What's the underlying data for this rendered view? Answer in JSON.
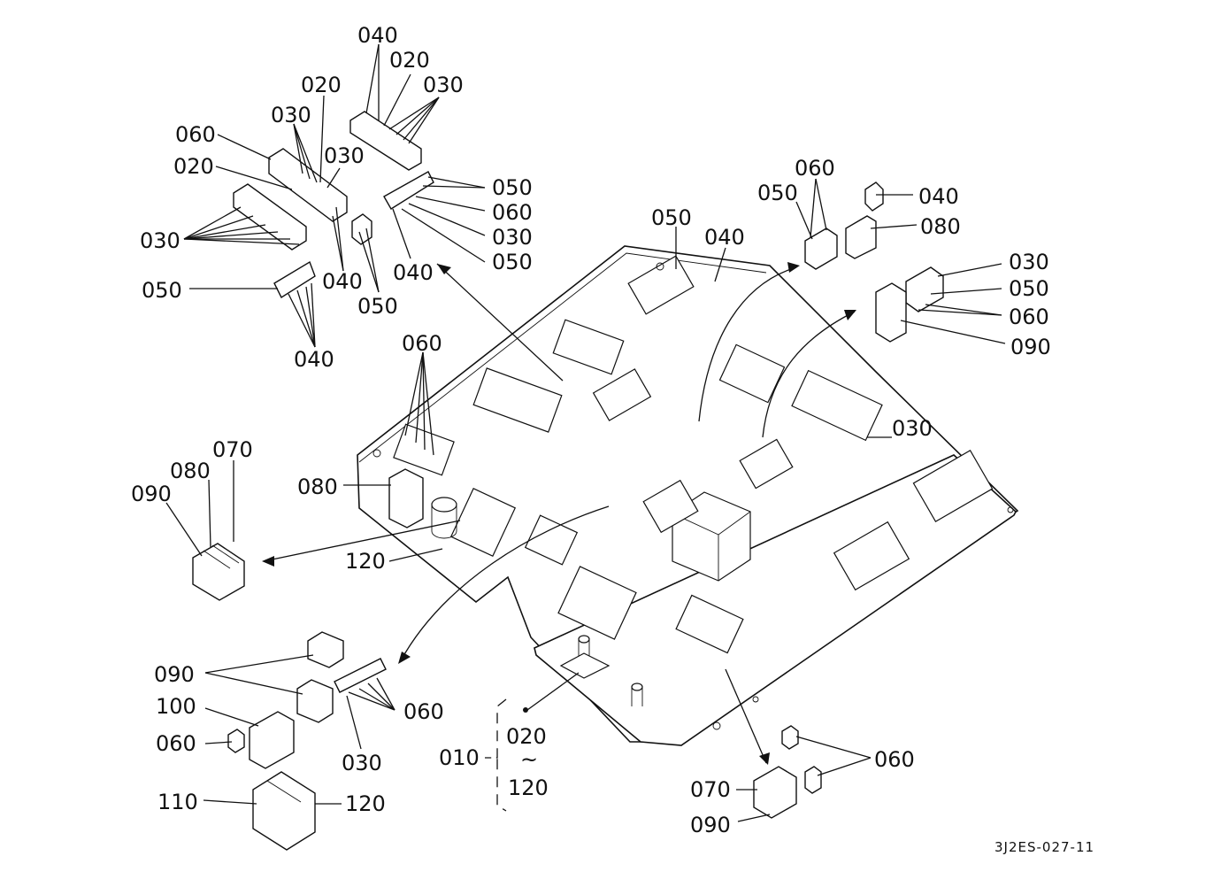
{
  "labels": {
    "t01": "040",
    "t02": "020",
    "t03": "030",
    "t04": "020",
    "t05": "030",
    "t06": "060",
    "t07": "030",
    "t08": "020",
    "t09": "050",
    "t10": "060",
    "t11": "030",
    "t12": "050",
    "t13": "030",
    "t14": "040",
    "t15": "050",
    "t16": "040",
    "t17": "050",
    "t18": "040",
    "t19": "060",
    "t20": "050",
    "t21": "040",
    "t22": "080",
    "t23": "050",
    "t24": "040",
    "t25": "030",
    "t26": "050",
    "t27": "060",
    "t28": "090",
    "t29": "060",
    "t30": "030",
    "t31": "070",
    "t32": "080",
    "t33": "090",
    "t34": "080",
    "t35": "120",
    "t36": "090",
    "t37": "100",
    "t38": "060",
    "t39": "060",
    "t40": "030",
    "t41": "110",
    "t42": "120",
    "t43": "010",
    "t44": "020",
    "t45": "~",
    "t46": "120",
    "t47": "060",
    "t48": "070",
    "t49": "090"
  },
  "drawing_code": "3J2ES-027-11"
}
